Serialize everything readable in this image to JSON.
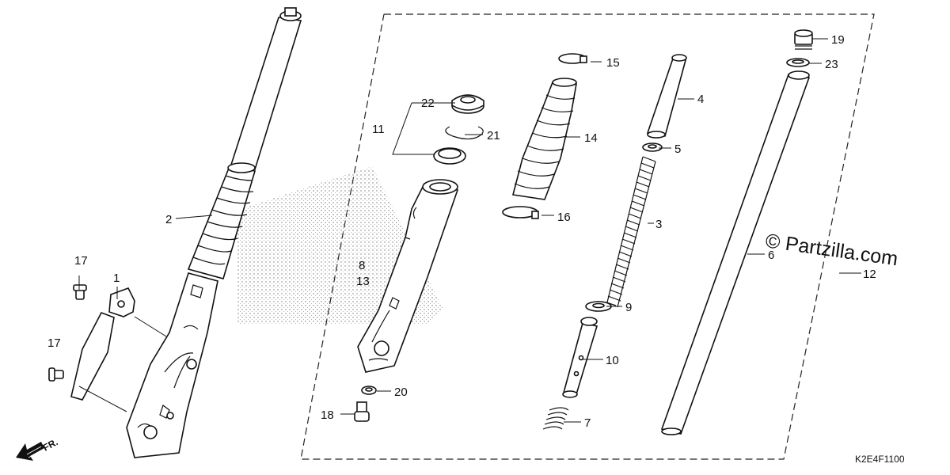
{
  "diagram": {
    "callouts": {
      "c1": "1",
      "c2": "2",
      "c3": "3",
      "c4": "4",
      "c5": "5",
      "c6": "6",
      "c7": "7",
      "c8": "8",
      "c9": "9",
      "c10": "10",
      "c11": "11",
      "c12": "12",
      "c13": "13",
      "c14": "14",
      "c15": "15",
      "c16": "16",
      "c17a": "17",
      "c17b": "17",
      "c18": "18",
      "c19": "19",
      "c20": "20",
      "c21": "21",
      "c22": "22",
      "c23": "23"
    },
    "watermark": "© Partzilla.com",
    "diagram_code": "K2E4F1100",
    "direction_label": "FR."
  }
}
